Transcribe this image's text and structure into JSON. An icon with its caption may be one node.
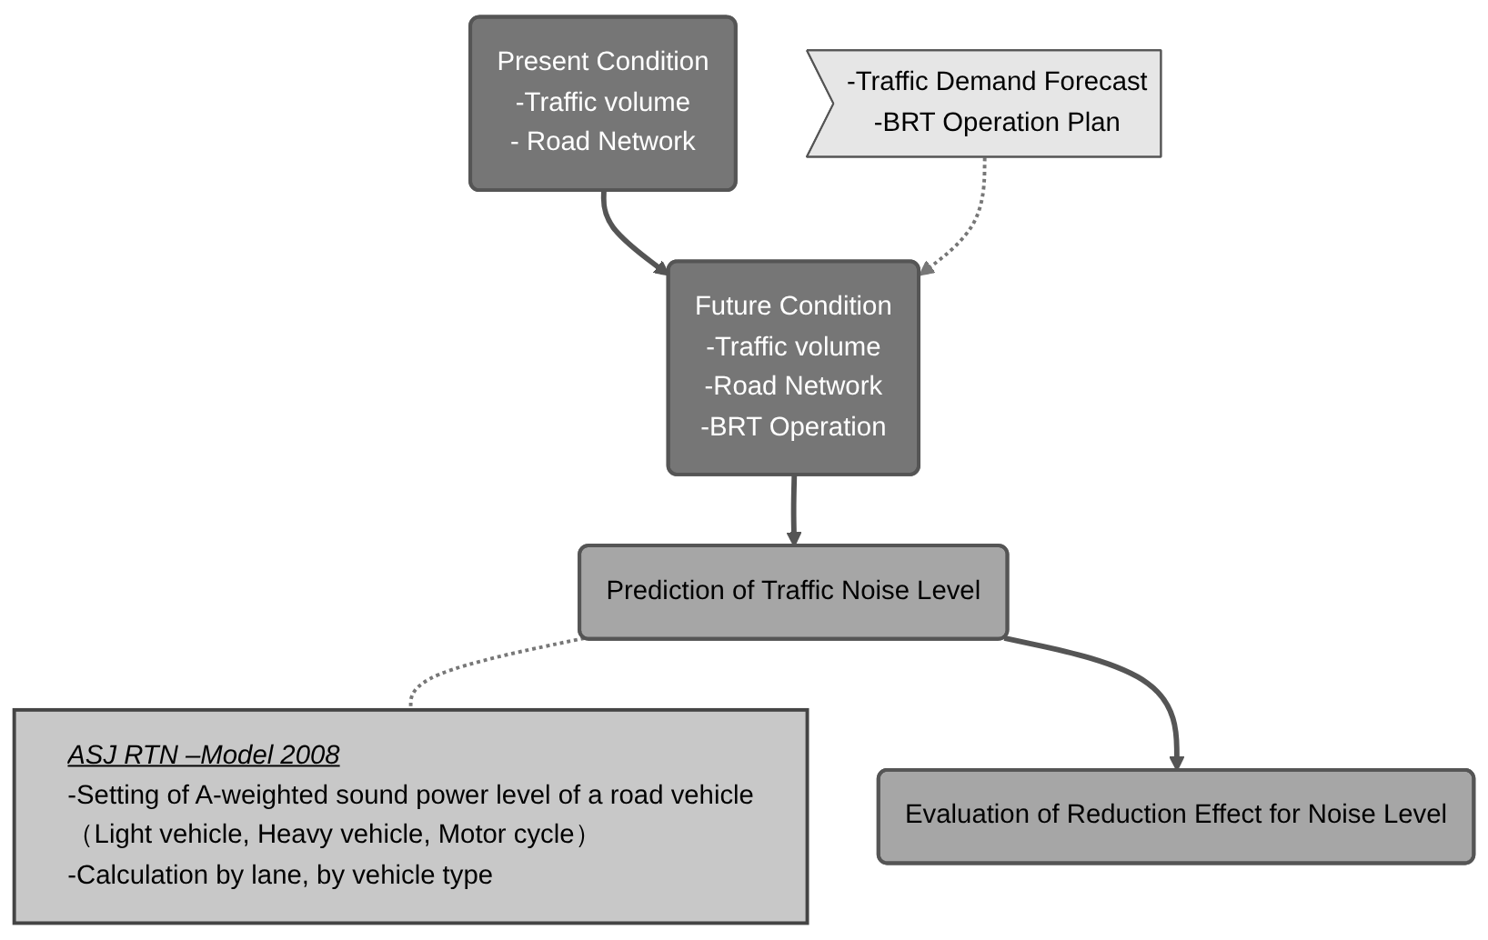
{
  "diagram": {
    "nodes": [
      {
        "text": [
          "Present Condition",
          "-Traffic volume",
          "- Road Network"
        ]
      },
      {
        "text": [
          "-Traffic Demand Forecast",
          "-BRT Operation Plan"
        ]
      },
      {
        "text": [
          "Future Condition",
          "-Traffic volume",
          "-Road Network",
          "-BRT Operation"
        ]
      },
      {
        "text": [
          "Prediction of Traffic Noise Level"
        ]
      },
      {
        "text": [
          "ASJ RTN –Model 2008",
          "-Setting of A-weighted sound power level of a road vehicle",
          "（Light vehicle, Heavy vehicle, Motor cycle）",
          "-Calculation by lane, by vehicle type"
        ]
      },
      {
        "text": [
          "Evaluation of Reduction Effect for Noise Level"
        ]
      }
    ],
    "edges": [
      {
        "from": 0,
        "to": 2,
        "arrow": "to"
      },
      {
        "from": 1,
        "to": 2,
        "arrow": "to",
        "style": "dashed"
      },
      {
        "from": 2,
        "to": 3,
        "arrow": "to"
      },
      {
        "from": 3,
        "to": 4,
        "arrow": "none",
        "style": "dashed"
      },
      {
        "from": 3,
        "to": 5,
        "arrow": "to"
      }
    ]
  }
}
